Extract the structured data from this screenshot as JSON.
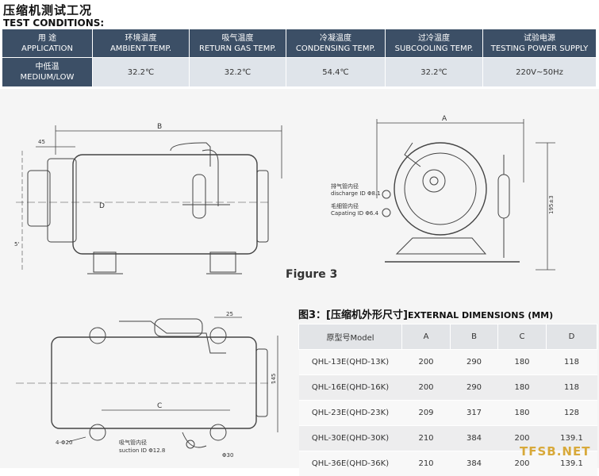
{
  "heading": {
    "title_cn": "压缩机测试工况",
    "title_en": "TEST CONDITIONS:"
  },
  "conditions": {
    "headers": [
      {
        "cn": "用    途",
        "en": "APPLICATION"
      },
      {
        "cn": "环境温度",
        "en": "AMBIENT TEMP."
      },
      {
        "cn": "吸气温度",
        "en": "RETURN GAS TEMP."
      },
      {
        "cn": "冷凝温度",
        "en": "CONDENSING TEMP."
      },
      {
        "cn": "过冷温度",
        "en": "SUBCOOLING TEMP."
      },
      {
        "cn": "试验电源",
        "en": "TESTING POWER SUPPLY"
      }
    ],
    "row": {
      "app_cn": "中低温",
      "app_en": "MEDIUM/LOW",
      "values": [
        "32.2℃",
        "32.2℃",
        "54.4℃",
        "32.2℃",
        "220V~50Hz"
      ]
    }
  },
  "drawing": {
    "figure_label": "Figure 3",
    "labels": {
      "B": "B",
      "D": "D",
      "A": "A",
      "C": "C",
      "d45": "45",
      "d25": "25",
      "d145": "145",
      "d195": "195±3",
      "discharge_cn": "排气管内径",
      "discharge_en": "discharge ID Φ8.1",
      "capating_cn": "毛细管内径",
      "capating_en": "Capating ID Φ6.4",
      "suction_cn": "吸气管内径",
      "suction_en": "suction ID Φ12.8",
      "holes": "4-Φ20",
      "d30": "Φ30",
      "d5": "5'"
    }
  },
  "dimensions": {
    "title_cn": "图3：[压缩机外形尺寸]",
    "title_en": "EXTERNAL DIMENSIONS (MM)",
    "headers": [
      "原型号Model",
      "A",
      "B",
      "C",
      "D"
    ],
    "rows": [
      [
        "QHL-13E(QHD-13K)",
        "200",
        "290",
        "180",
        "118"
      ],
      [
        "QHL-16E(QHD-16K)",
        "200",
        "290",
        "180",
        "118"
      ],
      [
        "QHL-23E(QHD-23K)",
        "209",
        "317",
        "180",
        "128"
      ],
      [
        "QHL-30E(QHD-30K)",
        "210",
        "384",
        "200",
        "139.1"
      ],
      [
        "QHL-36E(QHD-36K)",
        "210",
        "384",
        "200",
        "139.1"
      ]
    ]
  },
  "watermark": "TFSB.NET"
}
